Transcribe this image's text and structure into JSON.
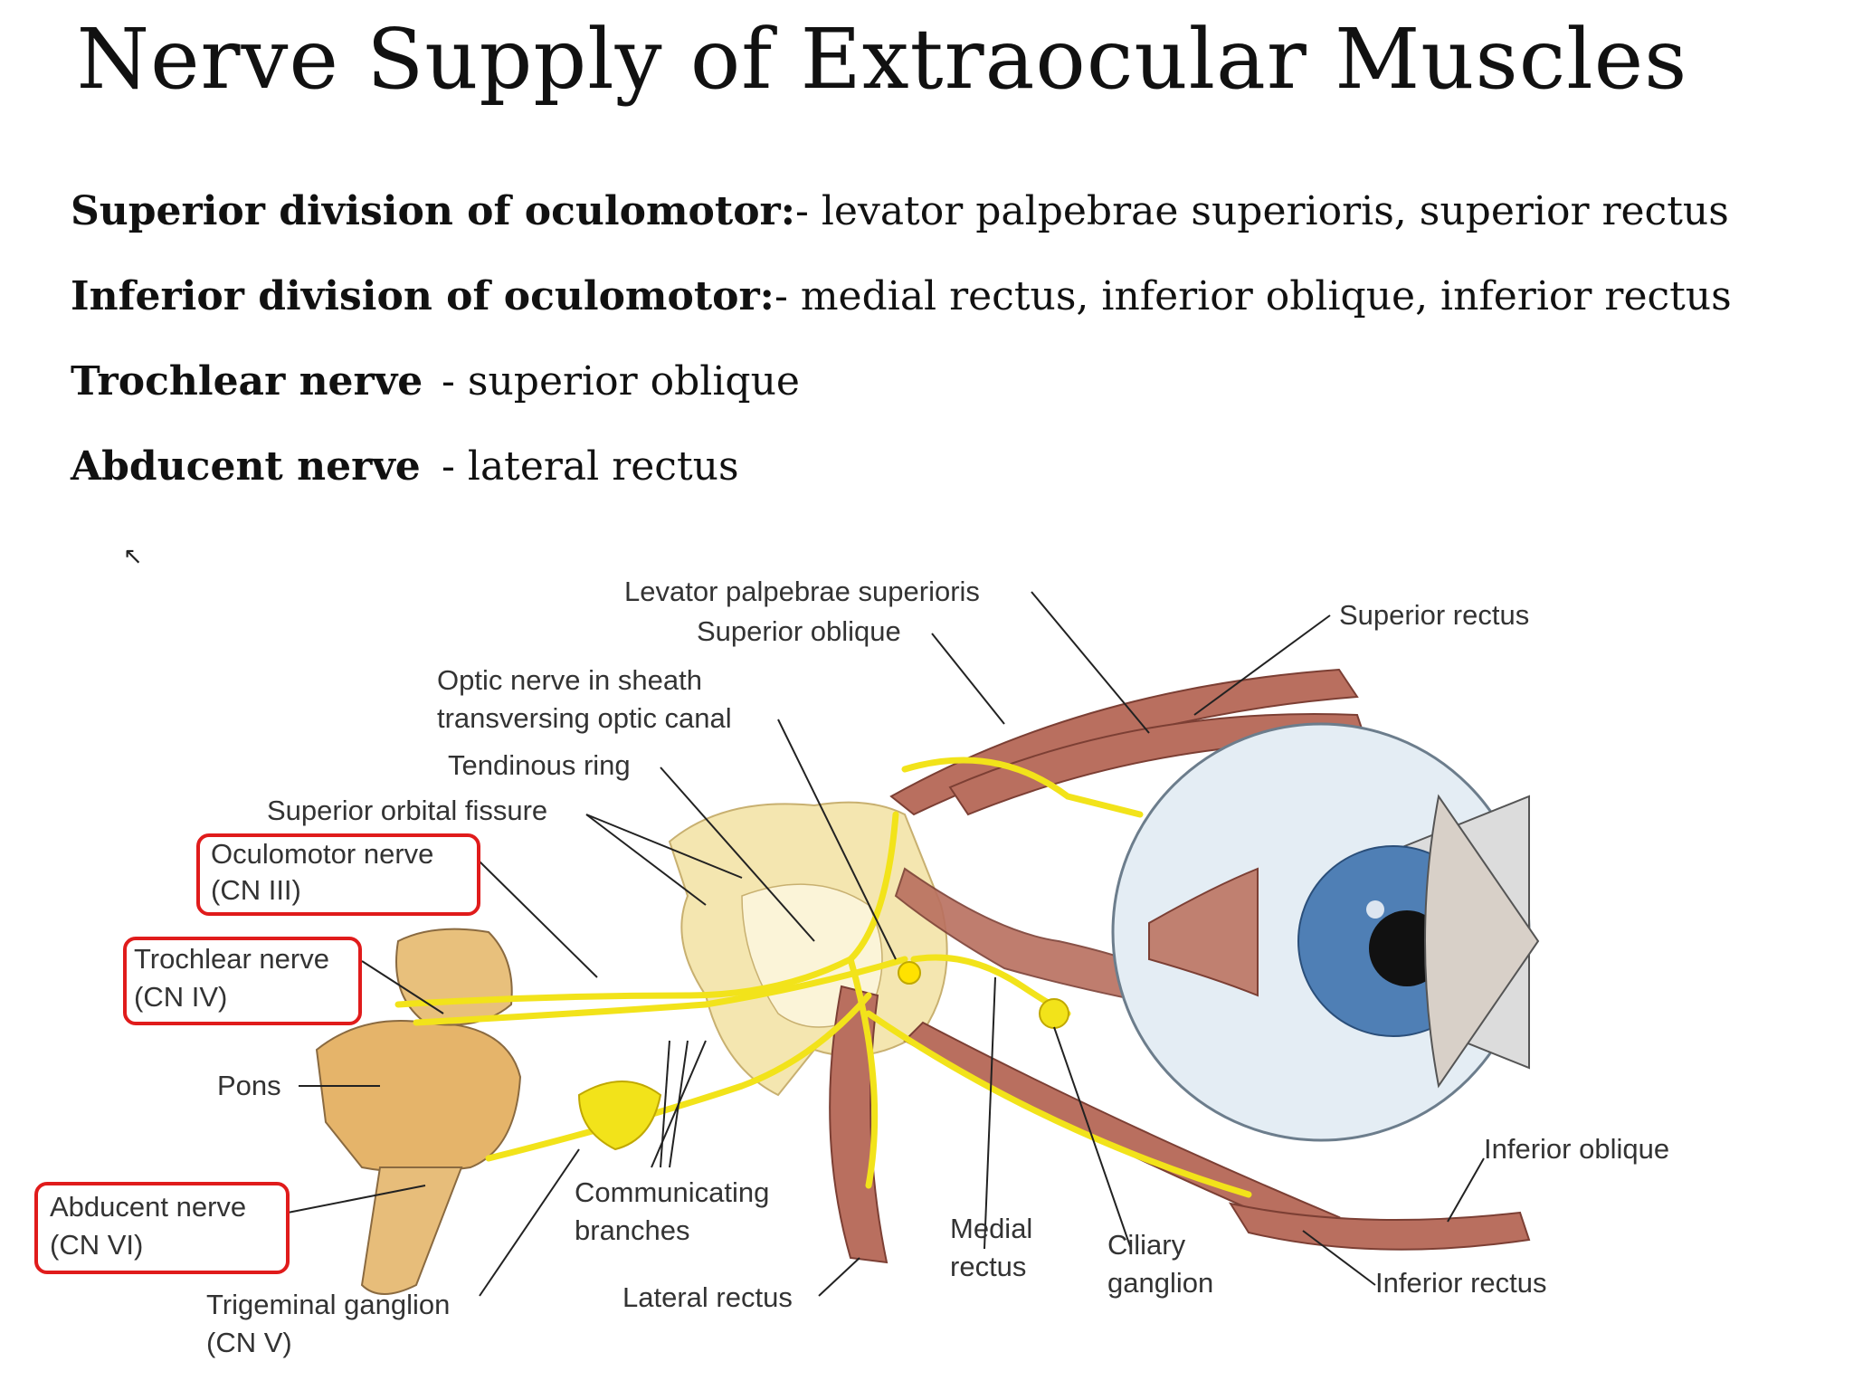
{
  "title": "Nerve Supply of Extraocular Muscles",
  "lines": [
    {
      "nerve": "Superior division of oculomotor:",
      "dash": "-",
      "muscles": "levator palpebrae superioris, superior rectus"
    },
    {
      "nerve": "Inferior division of oculomotor:",
      "dash": "-",
      "muscles": "medial rectus, inferior oblique, inferior rectus"
    },
    {
      "nerve": "Trochlear nerve",
      "dash": "-",
      "muscles": "superior oblique"
    },
    {
      "nerve": "Abducent nerve",
      "dash": "-",
      "muscles": "lateral rectus"
    }
  ],
  "cursor_glyph": "↖",
  "labels": {
    "levator": "Levator palpebrae superioris",
    "sup_oblique": "Superior oblique",
    "sup_rectus": "Superior rectus",
    "optic_1": "Optic nerve in sheath",
    "optic_2": "transversing optic canal",
    "tendinous": "Tendinous ring",
    "sof": "Superior orbital fissure",
    "oculo_1": "Oculomotor nerve",
    "oculo_2": "(CN III)",
    "troch_1": "Trochlear nerve",
    "troch_2": "(CN IV)",
    "pons": "Pons",
    "abd_1": "Abducent nerve",
    "abd_2": "(CN VI)",
    "trig_1": "Trigeminal ganglion",
    "trig_2": "(CN V)",
    "comm_1": "Communicating",
    "comm_2": "branches",
    "lat_rectus": "Lateral rectus",
    "med_1": "Medial",
    "med_2": "rectus",
    "cil_1": "Ciliary",
    "cil_2": "ganglion",
    "inf_oblique": "Inferior oblique",
    "inf_rectus": "Inferior rectus"
  },
  "colors": {
    "nerve": "#f2e31a",
    "muscle": "#b96f5f",
    "bone": "#f4e6b0",
    "eyeball": "#e4edf4",
    "iris": "#4f7fb5",
    "highlight_box": "#e01b1b"
  }
}
